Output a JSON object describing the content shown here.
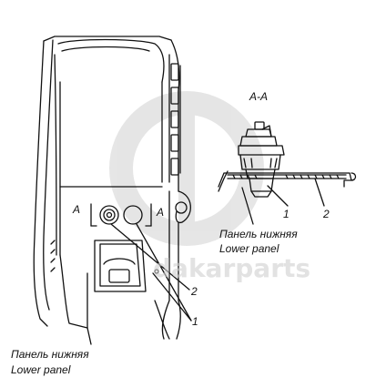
{
  "section": {
    "left_marker": "A",
    "right_marker": "A",
    "detail_title": "А-А"
  },
  "left_view": {
    "caption_ru": "Панель нижняя",
    "caption_en": "Lower panel",
    "callout_1": "1",
    "callout_2": "2"
  },
  "detail_view": {
    "caption_ru": "Панель нижняя",
    "caption_en": "Lower panel",
    "callout_1": "1",
    "callout_2": "2"
  },
  "watermark": {
    "text": "dakarparts",
    "logo": "dp-logo-icon"
  },
  "colors": {
    "line": "#111111",
    "watermark": "#cfcfcf"
  }
}
